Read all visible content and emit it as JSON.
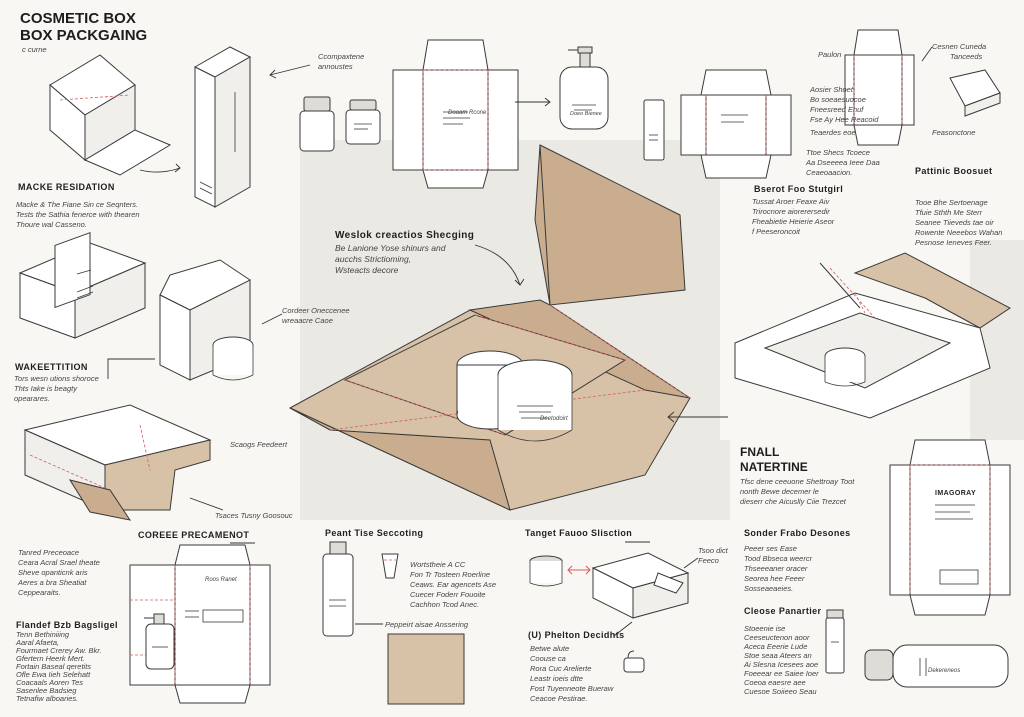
{
  "header": {
    "title_line1": "COSMETIC BOX",
    "title_line2": "BOX PACKGAING",
    "subtitle": "c curne"
  },
  "labels": {
    "compare_annotation": [
      "Ccompaxtene",
      "annoustes"
    ],
    "macke_heading": "MACKE RESIDATION",
    "macke_text": [
      "Macke & The Fiane Sin ce Seqnters.",
      "Tests the Sathia fenerce with thearen",
      "Thoure wal Casseno."
    ],
    "main_annotation_title": "Weslok creactios Shecging",
    "main_annotation_text": [
      "Be Lanione Yose shinurs and",
      "aucchs Strictioming,",
      "Wsteacts decore"
    ],
    "corder_annotation": [
      "Cordeer Oneccenee",
      "wreaacre Caoe"
    ],
    "wakeettition_heading": "WAKEETTITION",
    "wakeettition_text": [
      "Tors wesn utions shoroce",
      "Thts Iake is beagty",
      "opearares."
    ],
    "soong_label": "Scaogs Feedeert",
    "tsaces_label": "Tsaces Tusny Goosouc",
    "coreee_heading": "COREEE PRECAMENOT",
    "tanred_text": [
      "Tanred Preceoace",
      "Ceara Acral Srael theate",
      "Sheve opanticnk aris",
      "Aeres a bra Sheatiat",
      "Ceppearaits."
    ],
    "flandef_heading": "Flandef Bzb Bagsligel",
    "flandef_text": [
      "Tenn Bethiniiing",
      "Aaral Afaeta,",
      "Fourmaet Crerey Aw. Bkr.",
      "Gfertern Heerk Mert.",
      "Fortain Baseal qeretits",
      "Ofle Ewa Iieh Selehatt",
      "Coacaals Aoren Tes",
      "Sasenlee Badsieg",
      "Tetnafiw alboaries."
    ],
    "pent_heading": "Peant Tise Seccoting",
    "pent_text": [
      "Wortstheie A CC",
      "Fon Tr Tosteen Roerline",
      "Ceaws. Ear agencets Ase",
      "Cuecer Foderr Fouoite",
      "Cachhon Tcod Anec."
    ],
    "pepper_label": "Peppeirt aisae Anssering",
    "target_heading": "Tanget Fauoo Slisction",
    "phelon_heading": "(U) Phelton Decidhts",
    "phelon_text": [
      "Betwe alute",
      "Coouse ca",
      "Rora Cuc Arelierte",
      "Leastr ioeis dtte",
      "Fost Tuyenneote Bueraw",
      "Ceacoe Pestirae."
    ],
    "tsoo_label": [
      "Tsoo dict",
      "Feeco"
    ],
    "bserve_heading": "Bserot Foo Stutgirl",
    "bserve_text": [
      "Tussat Aroer Feaxe Aiv",
      "Trirocnore aiorerersedir",
      "Fheabietie Heierie Aseor",
      "f Peeseroncoit"
    ],
    "pattinic_heading": "Pattinic Boosuet",
    "pattinic_text": [
      "Tooe Bhe Sertoenage",
      "Tfuie Sthth Me Sterr",
      "Seanee Tiieveds tae oir",
      "Rowente Neeebos Wahan",
      "Pesnose Ieneves Feer."
    ],
    "top_right_labels": [
      "Paulon",
      "Cesnen Cuneda",
      "Tanceeds"
    ],
    "top_right_text": [
      "Aosier Shoet",
      "Bo soeaesuocoe",
      "Fneesreed Ehuf",
      "Fse Ay Hee Reacoid",
      "Teaerdes eoe",
      "Feasonctone"
    ],
    "mid_right_text": [
      "Ttoe Shecs Tcoece",
      "Aa Dseeeea Ieee Daa",
      "Ceaeoaacion."
    ],
    "finall_heading_line1": "FNALL",
    "finall_heading_line2": "NATERTINE",
    "finall_text": [
      "Tfsc dene ceeuone Shettroay Toot",
      "nonth Bewe decemer le",
      "dieserr che Aicuslly Ciie Trezcet"
    ],
    "sonder_heading": "Sonder Frabo Desones",
    "sonder_text": [
      "Peeer ses Ease",
      "Tood Bbseca weercr",
      "Thseeeaner oracer",
      "Seorea hee Feeer",
      "Sosseaeaeies."
    ],
    "cleose_heading": "Cleose Panartier",
    "stoeenie_text": [
      "Stoeenie ise",
      "Ceeseuctenon aoor",
      "Aceca Eeerie Lude",
      "Stoe seaa Ateers an",
      "Ai Slesna Icesees aoe",
      "Foeeear ee Saiee Ioer",
      "Coeoa eaesre aee",
      "Cuesoe Soiieeo Seau"
    ],
    "imagoray_label": "IMAGORAY"
  },
  "product_labels": {
    "box_label": "Doaam Rcone",
    "jar_label": "Doeo Bienee",
    "bottle_label": "Roos Ranet",
    "dielabel": "Deetodoirt",
    "bottle_label2": "Dekereneos"
  },
  "colors": {
    "background": "#ebe9e3",
    "panel": "#f8f7f4",
    "kraft": "#d8c2a7",
    "fold_line": "#d45d5d",
    "ink": "#3a3a3a"
  }
}
